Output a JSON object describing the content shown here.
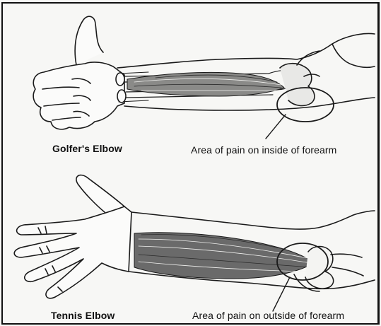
{
  "figure": {
    "panels": [
      {
        "id": "golfers-elbow",
        "title": "Golfer's Elbow",
        "pain_label": "Area of pain on inside of forearm"
      },
      {
        "id": "tennis-elbow",
        "title": "Tennis Elbow",
        "pain_label": "Area of pain on outside of forearm"
      }
    ],
    "colors": {
      "line": "#1a1a1a",
      "shade": "#6a6a6a",
      "background": "#f7f7f5"
    }
  }
}
